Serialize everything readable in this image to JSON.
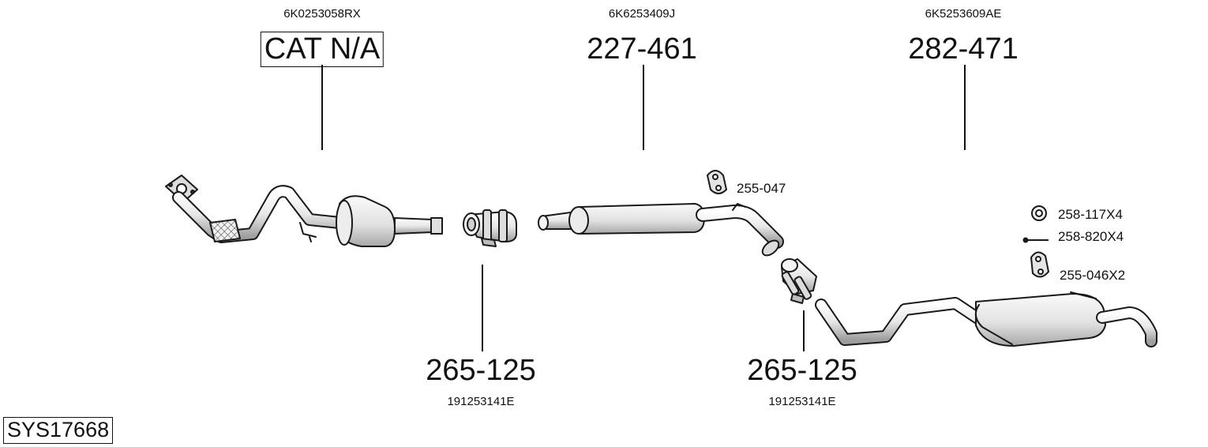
{
  "system_code": "SYS17668",
  "parts": {
    "cat": {
      "oem": "6K0253058RX",
      "number": "CAT N/A"
    },
    "middle": {
      "oem": "6K6253409J",
      "number": "227-461"
    },
    "rear": {
      "oem": "6K5253609AE",
      "number": "282-471"
    },
    "clamp_1": {
      "number": "265-125",
      "oem": "191253141E"
    },
    "clamp_2": {
      "number": "265-125",
      "oem": "191253141E"
    }
  },
  "accessories": [
    {
      "number": "255-047"
    },
    {
      "number": "258-117X4"
    },
    {
      "number": "258-820X4"
    },
    {
      "number": "255-046X2"
    }
  ],
  "colors": {
    "line": "#1a1a1a",
    "part_fill": "#e6e6e6",
    "part_shade": "#bdbdbd"
  }
}
